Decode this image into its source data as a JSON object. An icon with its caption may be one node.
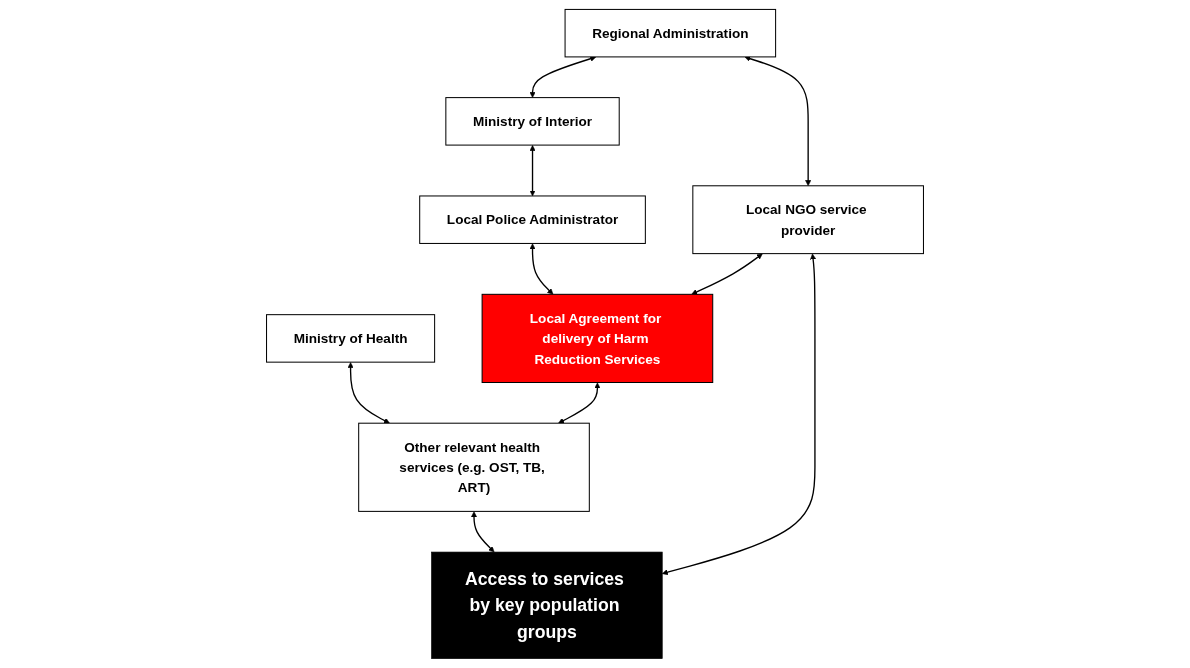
{
  "diagram": {
    "nodes": [
      {
        "text": [
          "Regional Administration"
        ]
      },
      {
        "text": [
          "Ministry of Interior"
        ]
      },
      {
        "text": [
          "Ministry of Health"
        ]
      },
      {
        "text": [
          "Local Police Administrator"
        ]
      },
      {
        "text": [
          "Local NGO service provider"
        ]
      },
      {
        "text": [
          "Local Agreement for delivery of Harm Reduction Services"
        ]
      },
      {
        "text": [
          "Other relevant health services (e.g. OST, TB, ART)"
        ]
      },
      {
        "text": [
          "Access to services by key population groups"
        ]
      }
    ],
    "edges": [
      {
        "from": 0,
        "to": 1,
        "arrow": "both"
      },
      {
        "from": 1,
        "to": 3,
        "arrow": "both"
      },
      {
        "from": 0,
        "to": 4,
        "arrow": "both"
      },
      {
        "from": 2,
        "to": 6,
        "arrow": "both"
      },
      {
        "from": 3,
        "to": 5,
        "arrow": "both"
      },
      {
        "from": 4,
        "to": 5,
        "arrow": "both"
      },
      {
        "from": 5,
        "to": 6,
        "arrow": "both"
      },
      {
        "from": 4,
        "to": 7,
        "arrow": "both"
      },
      {
        "from": 6,
        "to": 7,
        "arrow": "both"
      }
    ]
  }
}
